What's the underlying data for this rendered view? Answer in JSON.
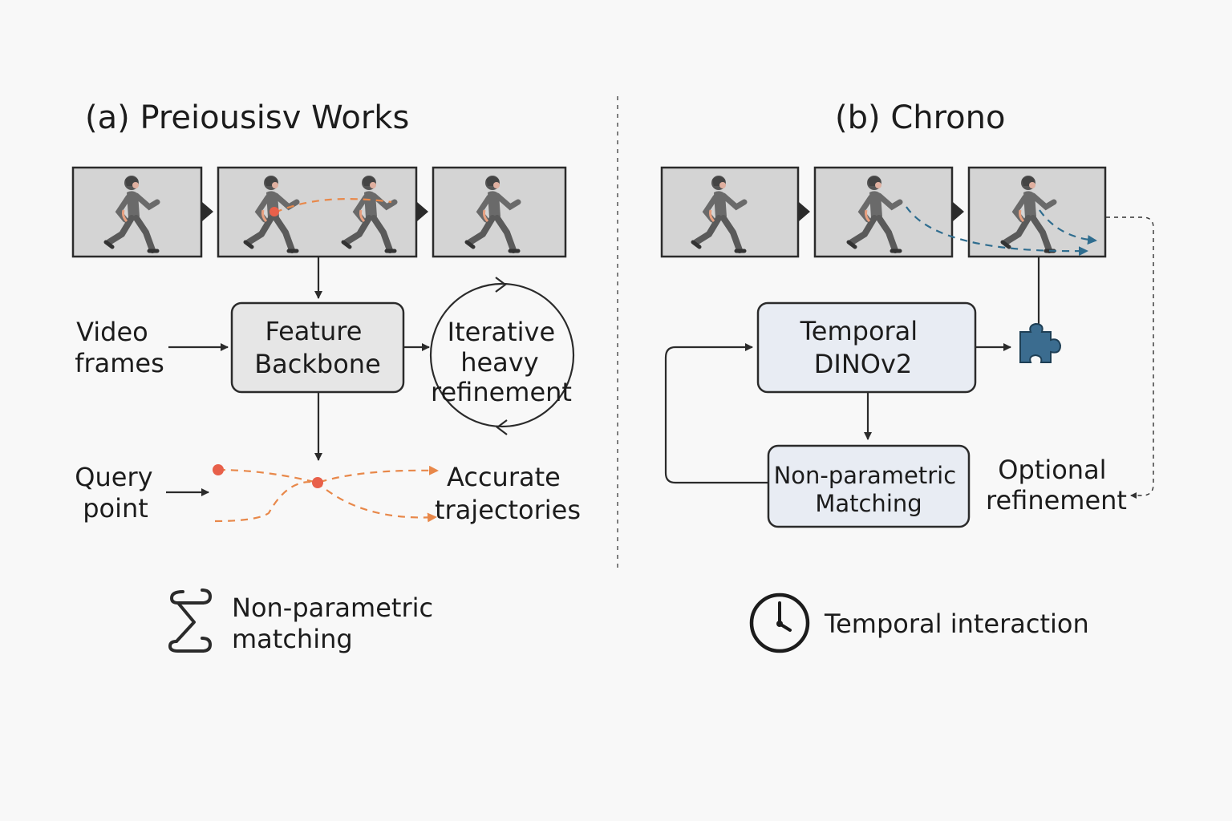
{
  "panel_a": {
    "title": "(a) Preiousisv Works",
    "input_label": [
      "Video",
      "frames"
    ],
    "backbone_label": [
      "Feature",
      "Backbone"
    ],
    "refine_label": [
      "Iterative",
      "heavy",
      "refinement"
    ],
    "query_label": [
      "Query",
      "point"
    ],
    "output_label": [
      "Accurate",
      "trajectories"
    ],
    "legend_icon": "sigma-icon",
    "legend_label": [
      "Non-parametric",
      "matching"
    ]
  },
  "panel_b": {
    "title": "(b) Chrono",
    "backbone_label": [
      "Temporal",
      "DINOv2"
    ],
    "matching_label": [
      "Non-parametric",
      "Matching"
    ],
    "optional_label": [
      "Optional",
      "refinement"
    ],
    "module_icon": "puzzle-piece-icon",
    "legend_icon": "clock-icon",
    "legend_label": "Temporal interaction"
  },
  "colors": {
    "trajectory_a": "#e8884a",
    "query_dot": "#e8604a",
    "trajectory_b": "#2f6d8f",
    "puzzle": "#3b6c8f",
    "box_a": "#e6e6e6",
    "box_b": "#e8ecf3",
    "frame_bg": "#d4d4d4"
  }
}
